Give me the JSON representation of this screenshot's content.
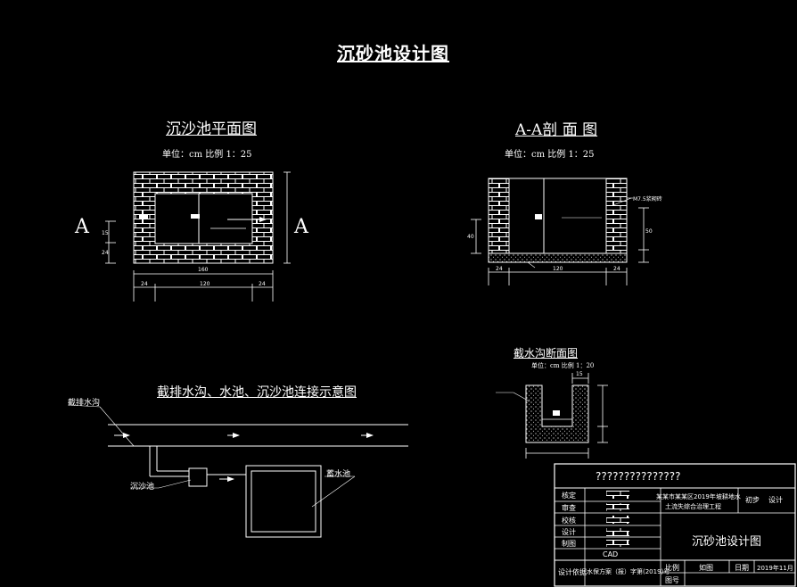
{
  "drawing": {
    "main_title": "沉砂池设计图",
    "plan": {
      "title": "沉沙池平面图",
      "unit_scale": "单位：cm   比例 1：25",
      "section_mark_left": "A",
      "section_mark_right": "A",
      "dims": {
        "total_width": "160",
        "left": "24",
        "middle": "120",
        "right": "24",
        "height_a": "15",
        "height_b": "24"
      }
    },
    "section": {
      "title": "A-A剖 面 图",
      "unit_scale": "单位：cm   比例 1：25",
      "wall_label": "M7.5浆砌砖",
      "dims": {
        "left": "24",
        "middle": "120",
        "right": "24",
        "height_left": "40",
        "height_right": "50"
      }
    },
    "ditch": {
      "title": "截水沟断面图",
      "unit_scale": "单位：cm   比例 1：20",
      "dim_top": "15"
    },
    "connection": {
      "title": "截排水沟、水池、沉沙池连接示意图",
      "label_ditch": "截排水沟",
      "label_sand_tank": "沉沙池",
      "label_storage": "蓄水池"
    },
    "title_block": {
      "header": "???????????????",
      "rows": [
        "核定",
        "审查",
        "校核",
        "设计",
        "制图",
        "CAD"
      ],
      "project_line1": "某某市某某区2019年坡耕地水",
      "project_line2": "土流失综合治理工程",
      "stage_label": "初步",
      "stage_value": "设计",
      "drawing_name": "沉砂池设计图",
      "basis_label": "设计依据",
      "basis_value": "水保方案（报）字第(2019)号",
      "scale_label": "比例",
      "scale_value": "如图",
      "date_label": "日期",
      "date_value": "2019年11月",
      "drawing_no_label": "图号"
    }
  }
}
